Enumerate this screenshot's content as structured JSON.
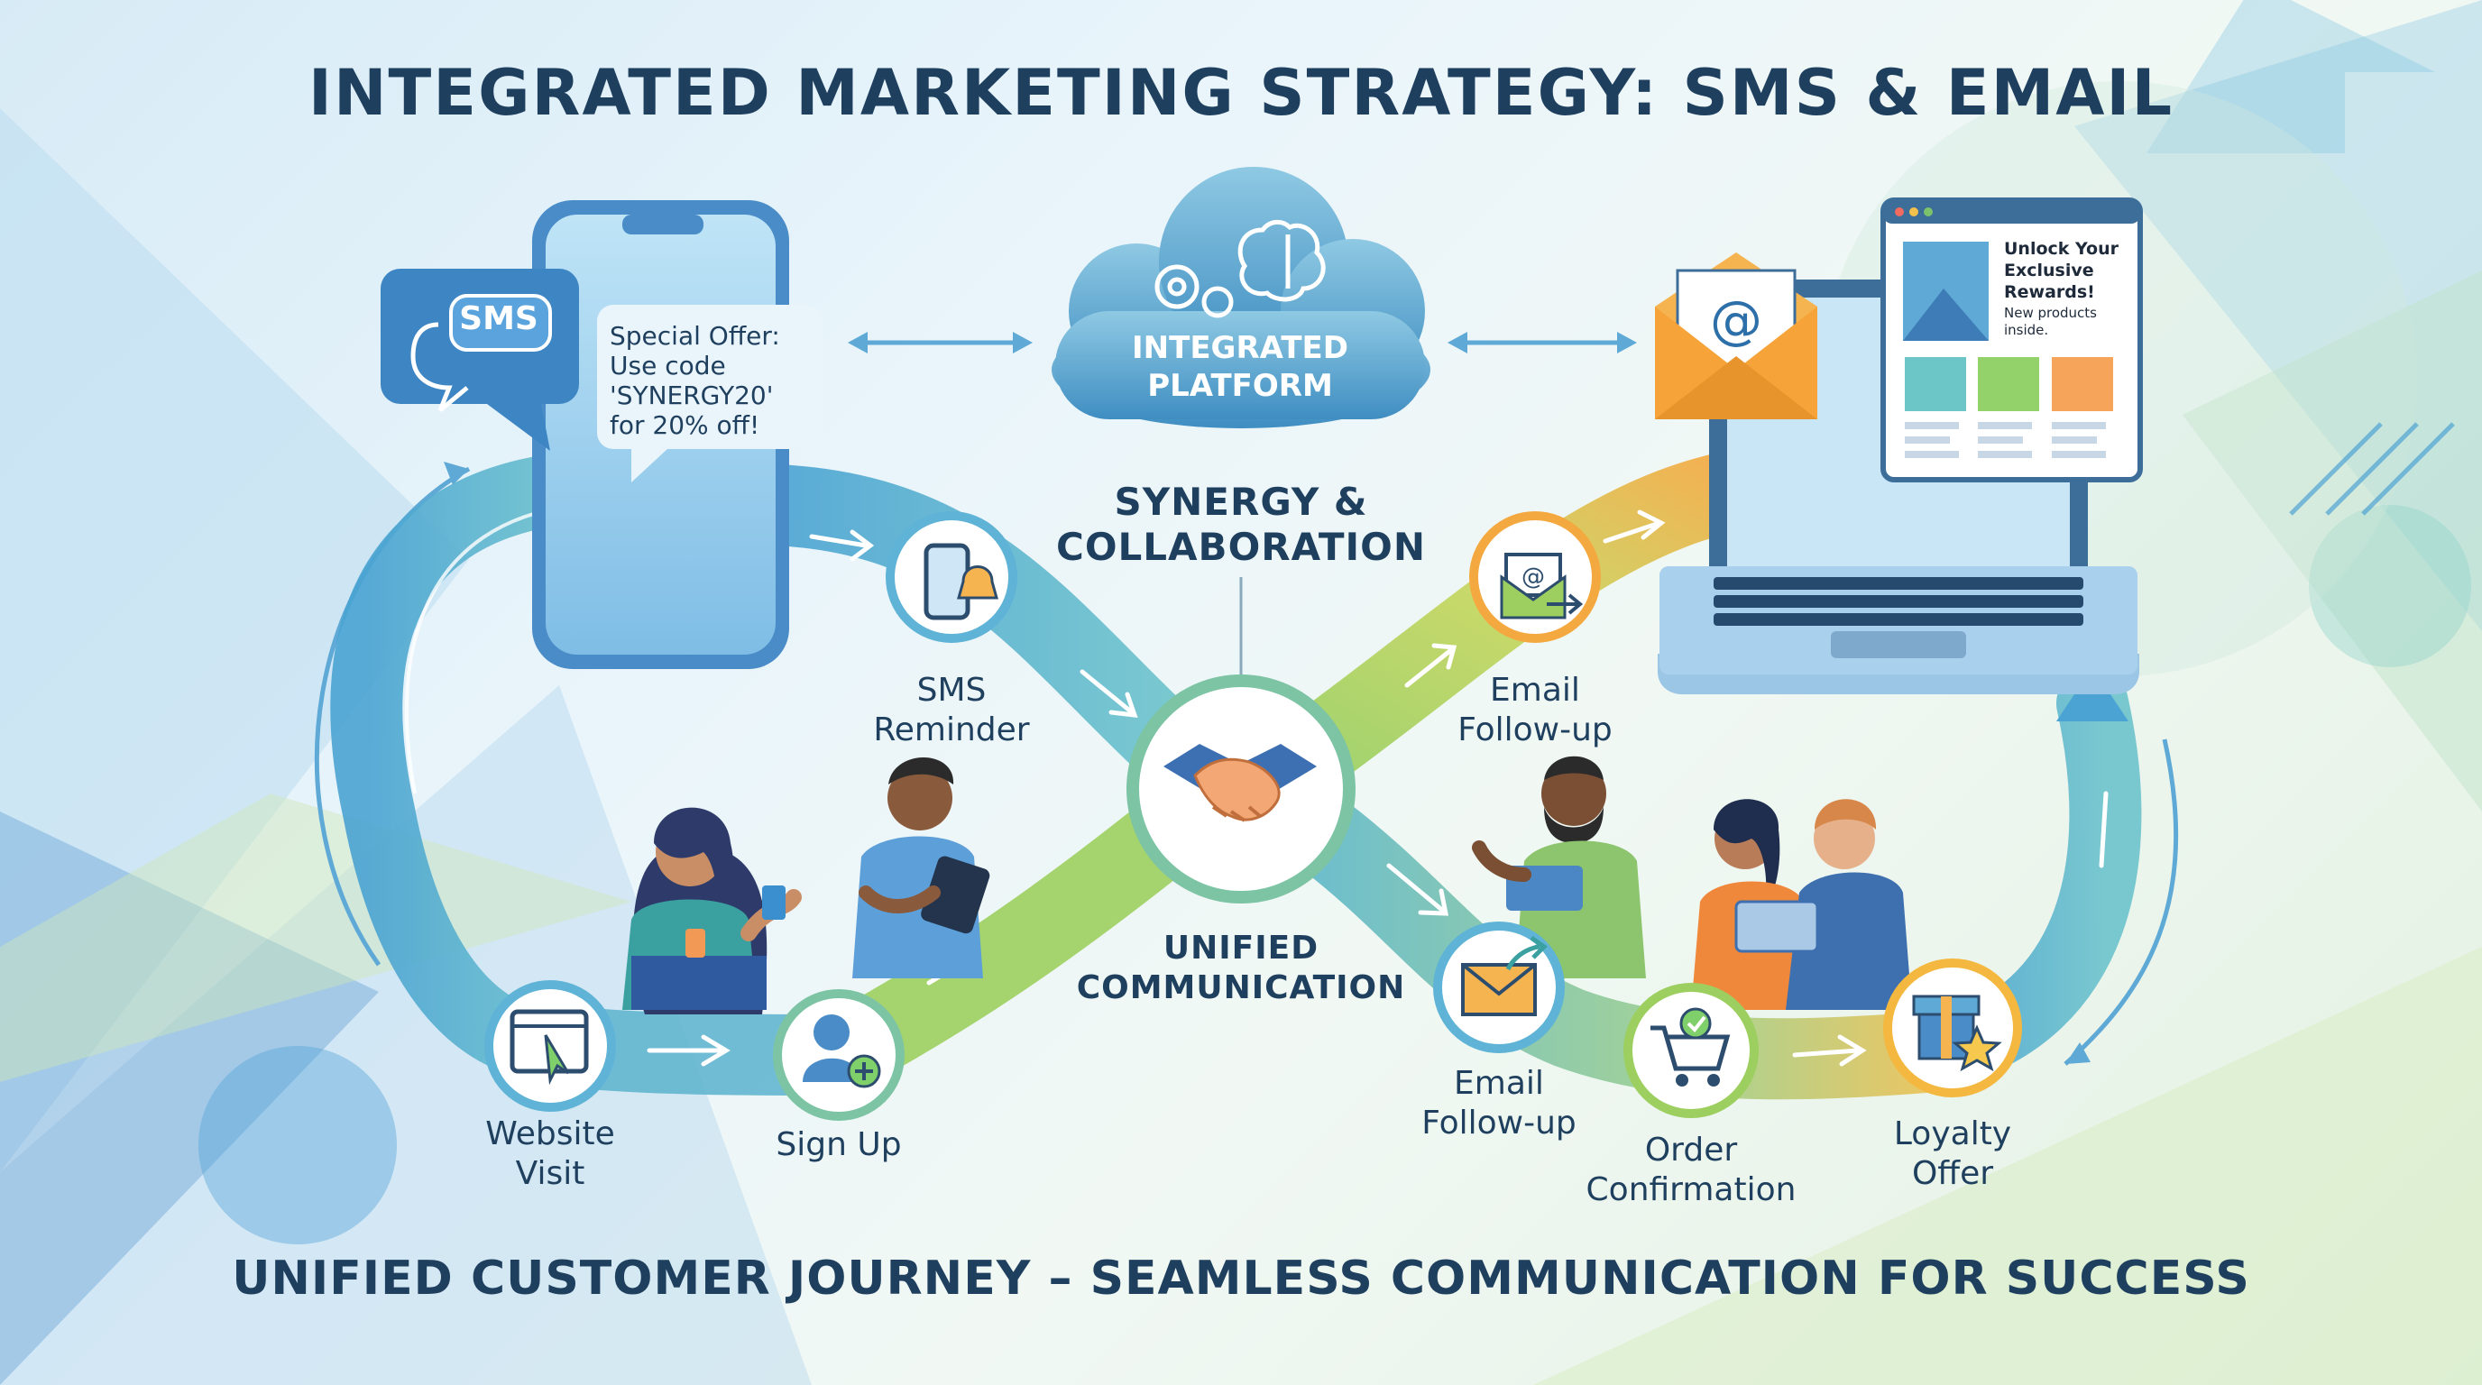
{
  "title": "INTEGRATED MARKETING STRATEGY: SMS & EMAIL",
  "footer": "UNIFIED CUSTOMER JOURNEY – SEAMLESS COMMUNICATION FOR SUCCESS",
  "center_top": {
    "platform_label": "INTEGRATED\nPLATFORM",
    "synergy_label": "SYNERGY &\nCOLLABORATION"
  },
  "center": {
    "unified_label": "UNIFIED\nCOMMUNICATION"
  },
  "sms": {
    "tag": "SMS",
    "message": "Special Offer:\nUse code\n'SYNERGY20'\nfor 20% off!"
  },
  "email_preview": {
    "headline": "Unlock Your\nExclusive\nRewards!",
    "subtext": "New products\ninside."
  },
  "journey_steps": [
    {
      "label": "Website\nVisit",
      "icon": "website-cursor-icon"
    },
    {
      "label": "Sign Up",
      "icon": "add-user-icon"
    },
    {
      "label": "SMS\nReminder",
      "icon": "phone-bell-icon"
    },
    {
      "label": "Email\nFollow-up",
      "icon": "email-arrow-icon"
    },
    {
      "label": "Email\nFollow-up",
      "icon": "envelope-arrow-icon"
    },
    {
      "label": "Order\nConfirmation",
      "icon": "cart-check-icon"
    },
    {
      "label": "Loyalty\nOffer",
      "icon": "gift-star-icon"
    }
  ],
  "colors": {
    "title": "#1f3f5e",
    "sms_flow": "#5fb3d6",
    "green_flow": "#9ccf5f",
    "orange_flow": "#f4a940",
    "node_ring": "#7cc4a4"
  }
}
